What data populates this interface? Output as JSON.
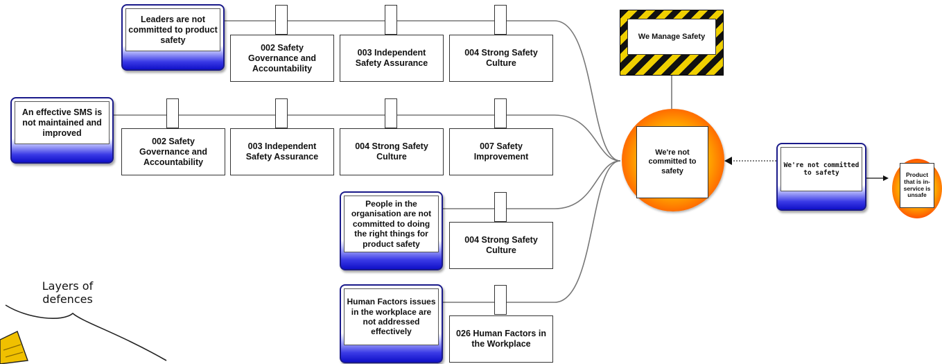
{
  "threats": [
    {
      "id": "t1",
      "label": "Leaders are not committed to product safety"
    },
    {
      "id": "t2",
      "label": "An effective SMS is not maintained and improved"
    },
    {
      "id": "t3",
      "label": "People in the organisation are not committed to doing the right things for product safety"
    },
    {
      "id": "t4",
      "label": "Human Factors issues in the workplace are not addressed effectively"
    }
  ],
  "barriers": {
    "row1": [
      "002 Safety Governance and Accountability",
      "003 Independent Safety Assurance",
      "004 Strong Safety Culture"
    ],
    "row2": [
      "002 Safety Governance and Accountability",
      "003 Independent Safety Assurance",
      "004 Strong Safety Culture",
      "007 Safety Improvement"
    ],
    "row3": [
      "004 Strong Safety Culture"
    ],
    "row4": [
      "026 Human Factors in the Workplace"
    ]
  },
  "hazard": {
    "label": "We Manage Safety"
  },
  "top_event": {
    "label": "We're not committed to safety"
  },
  "secondary_event": {
    "label": "We're not committed to safety"
  },
  "consequence": {
    "label": "Product that is in-service is unsafe"
  },
  "annotation": {
    "label": "Layers of defences"
  },
  "colors": {
    "threat_blue": "#1010c8",
    "hazard_yellow": "#f0d000",
    "top_event_red": "#ff2000",
    "top_event_yellow": "#ffee00",
    "connector_gray": "#777777"
  }
}
